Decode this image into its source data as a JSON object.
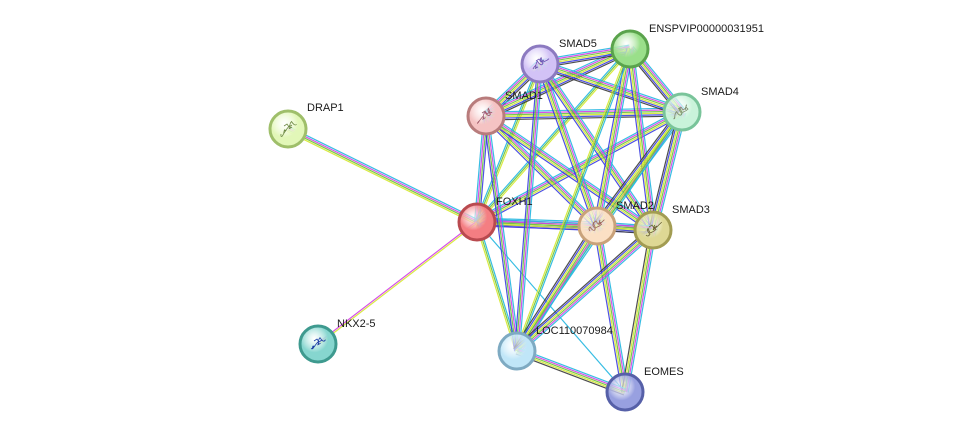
{
  "network": {
    "nodes": [
      {
        "id": "DRAP1",
        "label": "DRAP1",
        "fill": "#e2f7b8",
        "ring": "#9fbf6a",
        "glyph": "#6e8a45",
        "has_structure": true
      },
      {
        "id": "NKX2-5",
        "label": "NKX2-5",
        "fill": "#86d6cf",
        "ring": "#3e9a8f",
        "glyph": "#1c3fa5",
        "has_structure": true
      },
      {
        "id": "FOXH1",
        "label": "FOXH1",
        "fill": "#f47e82",
        "ring": "#b94a4f",
        "glyph": null,
        "has_structure": false
      },
      {
        "id": "SMAD1",
        "label": "SMAD1",
        "fill": "#f5c3c3",
        "ring": "#b87c7c",
        "glyph": "#a05a6a",
        "has_structure": true
      },
      {
        "id": "SMAD5",
        "label": "SMAD5",
        "fill": "#d2c2f6",
        "ring": "#8c7ac0",
        "glyph": "#6a52b0",
        "has_structure": true
      },
      {
        "id": "ENSPVIP00000031951",
        "label": "ENSPVIP00000031951",
        "fill": "#9adf8a",
        "ring": "#5aa34c",
        "glyph": null,
        "has_structure": false
      },
      {
        "id": "SMAD4",
        "label": "SMAD4",
        "fill": "#c9f3da",
        "ring": "#79c49a",
        "glyph": "#7a8a6a",
        "has_structure": true
      },
      {
        "id": "SMAD2",
        "label": "SMAD2",
        "fill": "#fbe0c4",
        "ring": "#c9a27a",
        "glyph": "#a06a5a",
        "has_structure": true
      },
      {
        "id": "SMAD3",
        "label": "SMAD3",
        "fill": "#ded894",
        "ring": "#a29c52",
        "glyph": "#6a6030",
        "has_structure": true
      },
      {
        "id": "LOC110070984",
        "label": "LOC110070984",
        "fill": "#c0e6f8",
        "ring": "#7eaac2",
        "glyph": null,
        "has_structure": false
      },
      {
        "id": "EOMES",
        "label": "EOMES",
        "fill": "#98a0e0",
        "ring": "#5660a8",
        "glyph": null,
        "has_structure": false
      }
    ],
    "edge_colors": {
      "cyan": "#21b6e0",
      "magenta": "#d23ee6",
      "green": "#6dc238",
      "yellow": "#d5e82c",
      "blue": "#3a3ce0",
      "black": "#3a3a3a",
      "purple": "#7a4bd0"
    },
    "edges": [
      {
        "source": "DRAP1",
        "target": "FOXH1",
        "evidence": [
          "cyan",
          "magenta",
          "green",
          "yellow"
        ]
      },
      {
        "source": "NKX2-5",
        "target": "FOXH1",
        "evidence": [
          "magenta",
          "yellow"
        ]
      },
      {
        "source": "FOXH1",
        "target": "SMAD2",
        "evidence": [
          "cyan",
          "magenta",
          "green",
          "yellow",
          "blue",
          "purple"
        ]
      },
      {
        "source": "FOXH1",
        "target": "SMAD3",
        "evidence": [
          "cyan",
          "magenta",
          "green",
          "yellow",
          "blue"
        ]
      },
      {
        "source": "FOXH1",
        "target": "SMAD4",
        "evidence": [
          "cyan",
          "magenta",
          "green",
          "yellow",
          "blue"
        ]
      },
      {
        "source": "FOXH1",
        "target": "SMAD1",
        "evidence": [
          "cyan",
          "magenta",
          "green",
          "blue"
        ]
      },
      {
        "source": "FOXH1",
        "target": "SMAD5",
        "evidence": [
          "cyan",
          "green",
          "yellow"
        ]
      },
      {
        "source": "FOXH1",
        "target": "ENSPVIP00000031951",
        "evidence": [
          "cyan",
          "green",
          "yellow"
        ]
      },
      {
        "source": "FOXH1",
        "target": "LOC110070984",
        "evidence": [
          "cyan",
          "green",
          "yellow"
        ]
      },
      {
        "source": "FOXH1",
        "target": "EOMES",
        "evidence": [
          "cyan"
        ]
      },
      {
        "source": "SMAD1",
        "target": "SMAD5",
        "evidence": [
          "cyan",
          "magenta",
          "green",
          "yellow",
          "blue",
          "black"
        ]
      },
      {
        "source": "SMAD1",
        "target": "ENSPVIP00000031951",
        "evidence": [
          "cyan",
          "magenta",
          "green",
          "yellow",
          "blue",
          "black"
        ]
      },
      {
        "source": "SMAD1",
        "target": "SMAD4",
        "evidence": [
          "cyan",
          "magenta",
          "green",
          "yellow",
          "blue",
          "black"
        ]
      },
      {
        "source": "SMAD1",
        "target": "SMAD2",
        "evidence": [
          "cyan",
          "magenta",
          "green",
          "yellow",
          "blue"
        ]
      },
      {
        "source": "SMAD1",
        "target": "SMAD3",
        "evidence": [
          "cyan",
          "magenta",
          "green",
          "yellow",
          "blue"
        ]
      },
      {
        "source": "SMAD1",
        "target": "LOC110070984",
        "evidence": [
          "cyan",
          "magenta",
          "green",
          "blue"
        ]
      },
      {
        "source": "SMAD5",
        "target": "ENSPVIP00000031951",
        "evidence": [
          "cyan",
          "magenta",
          "green",
          "yellow",
          "blue",
          "black"
        ]
      },
      {
        "source": "SMAD5",
        "target": "SMAD4",
        "evidence": [
          "cyan",
          "magenta",
          "green",
          "yellow",
          "blue",
          "black"
        ]
      },
      {
        "source": "SMAD5",
        "target": "SMAD2",
        "evidence": [
          "cyan",
          "magenta",
          "green",
          "yellow",
          "blue"
        ]
      },
      {
        "source": "SMAD5",
        "target": "SMAD3",
        "evidence": [
          "cyan",
          "magenta",
          "green",
          "yellow",
          "blue"
        ]
      },
      {
        "source": "SMAD5",
        "target": "LOC110070984",
        "evidence": [
          "cyan",
          "magenta",
          "green",
          "blue"
        ]
      },
      {
        "source": "ENSPVIP00000031951",
        "target": "SMAD4",
        "evidence": [
          "cyan",
          "magenta",
          "green",
          "yellow",
          "blue",
          "black"
        ]
      },
      {
        "source": "ENSPVIP00000031951",
        "target": "SMAD2",
        "evidence": [
          "cyan",
          "magenta",
          "green",
          "yellow",
          "blue"
        ]
      },
      {
        "source": "ENSPVIP00000031951",
        "target": "SMAD3",
        "evidence": [
          "cyan",
          "magenta",
          "green",
          "yellow",
          "blue"
        ]
      },
      {
        "source": "ENSPVIP00000031951",
        "target": "LOC110070984",
        "evidence": [
          "cyan",
          "green",
          "yellow"
        ]
      },
      {
        "source": "SMAD4",
        "target": "SMAD2",
        "evidence": [
          "cyan",
          "magenta",
          "green",
          "yellow",
          "blue",
          "black"
        ]
      },
      {
        "source": "SMAD4",
        "target": "SMAD3",
        "evidence": [
          "cyan",
          "magenta",
          "green",
          "yellow",
          "blue",
          "black"
        ]
      },
      {
        "source": "SMAD4",
        "target": "LOC110070984",
        "evidence": [
          "cyan",
          "green",
          "yellow"
        ]
      },
      {
        "source": "SMAD2",
        "target": "SMAD3",
        "evidence": [
          "cyan",
          "magenta",
          "green",
          "yellow",
          "blue",
          "black"
        ]
      },
      {
        "source": "SMAD2",
        "target": "LOC110070984",
        "evidence": [
          "cyan",
          "magenta",
          "green",
          "yellow",
          "blue",
          "black"
        ]
      },
      {
        "source": "SMAD2",
        "target": "EOMES",
        "evidence": [
          "cyan",
          "magenta",
          "green",
          "yellow",
          "blue"
        ]
      },
      {
        "source": "SMAD3",
        "target": "LOC110070984",
        "evidence": [
          "cyan",
          "magenta",
          "green",
          "yellow",
          "blue",
          "black"
        ]
      },
      {
        "source": "SMAD3",
        "target": "EOMES",
        "evidence": [
          "cyan",
          "magenta",
          "green",
          "yellow",
          "black"
        ]
      },
      {
        "source": "LOC110070984",
        "target": "EOMES",
        "evidence": [
          "cyan",
          "magenta",
          "green",
          "yellow",
          "black"
        ]
      }
    ]
  }
}
